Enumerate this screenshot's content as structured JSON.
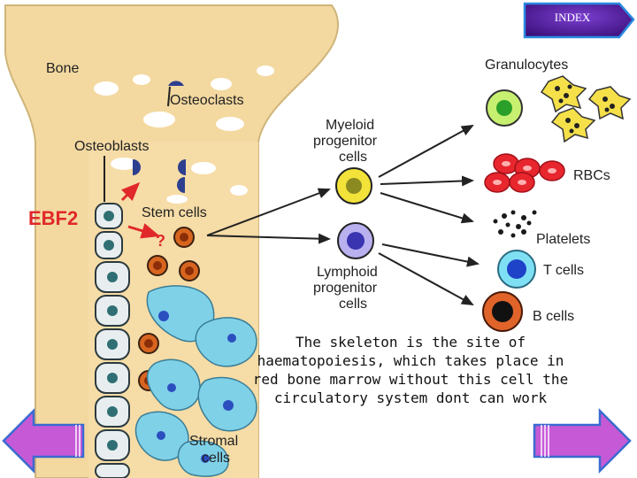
{
  "nav": {
    "index_label": "INDEX",
    "back_icon": "left-arrow-icon",
    "forward_icon": "right-arrow-icon"
  },
  "diagram": {
    "bone": "Bone",
    "osteoclasts": "Osteoclasts",
    "osteoblasts": "Osteoblasts",
    "ebf2": "EBF2",
    "stem_cells": "Stem cells",
    "question_mark": "?",
    "stromal_line1": "Stromal",
    "stromal_line2": "cells",
    "myeloid_line1": "Myeloid",
    "myeloid_line2": "progenitor",
    "myeloid_line3": "cells",
    "lymphoid_line1": "Lymphoid",
    "lymphoid_line2": "progenitor",
    "lymphoid_line3": "cells",
    "granulocytes": "Granulocytes",
    "rbcs": "RBCs",
    "platelets": "Platelets",
    "t_cells": "T cells",
    "b_cells": "B cells"
  },
  "caption": {
    "line1": "The skeleton is the site of",
    "line2": "haematopoiesis, which takes place in",
    "line3": "red bone marrow without this cell the",
    "line4": "circulatory system dont can work"
  },
  "colors": {
    "bone": "#f3d9a0",
    "ebf2": "#e0282a",
    "index_button": "#4a148c",
    "nav_arrow": "#c65ad6"
  }
}
